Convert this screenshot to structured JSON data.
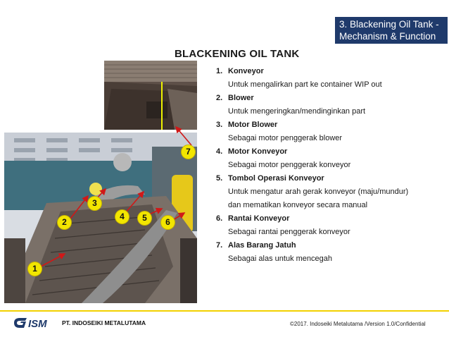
{
  "header": {
    "section_line1": "3. Blackening Oil Tank -",
    "section_line2": "Mechanism & Function"
  },
  "title": "BLACKENING OIL TANK",
  "items": [
    {
      "num": "1.",
      "name": "Konveyor",
      "desc": [
        "Untuk mengalirkan part ke container WIP out"
      ]
    },
    {
      "num": "2.",
      "name": "Blower",
      "desc": [
        "Untuk mengeringkan/mendinginkan part"
      ]
    },
    {
      "num": "3.",
      "name": "Motor Blower",
      "desc": [
        "Sebagai motor penggerak blower"
      ]
    },
    {
      "num": "4.",
      "name": "Motor Konveyor",
      "desc": [
        "Sebagai motor penggerak konveyor"
      ]
    },
    {
      "num": "5.",
      "name": "Tombol Operasi Konveyor",
      "desc": [
        "Untuk mengatur arah gerak konveyor (maju/mundur)",
        "dan mematikan konveyor secara manual"
      ]
    },
    {
      "num": "6.",
      "name": "Rantai Konveyor",
      "desc": [
        "Sebagai rantai penggerak konveyor"
      ]
    },
    {
      "num": "7.",
      "name": "Alas Barang Jatuh",
      "desc": [
        "Sebagai alas untuk mencegah"
      ]
    }
  ],
  "markers": [
    "1",
    "2",
    "3",
    "4",
    "5",
    "6",
    "7"
  ],
  "footer": {
    "logo_text": "ISM",
    "company": "PT. INDOSEIKI METALUTAMA",
    "copyright": "©2017. Indoseiki Metalutama /Version 1.0/Confidential"
  },
  "colors": {
    "header_bg": "#1f3a6b",
    "marker": "#f2e600",
    "arrow": "#d01818",
    "footer_line": "#f2d100"
  }
}
